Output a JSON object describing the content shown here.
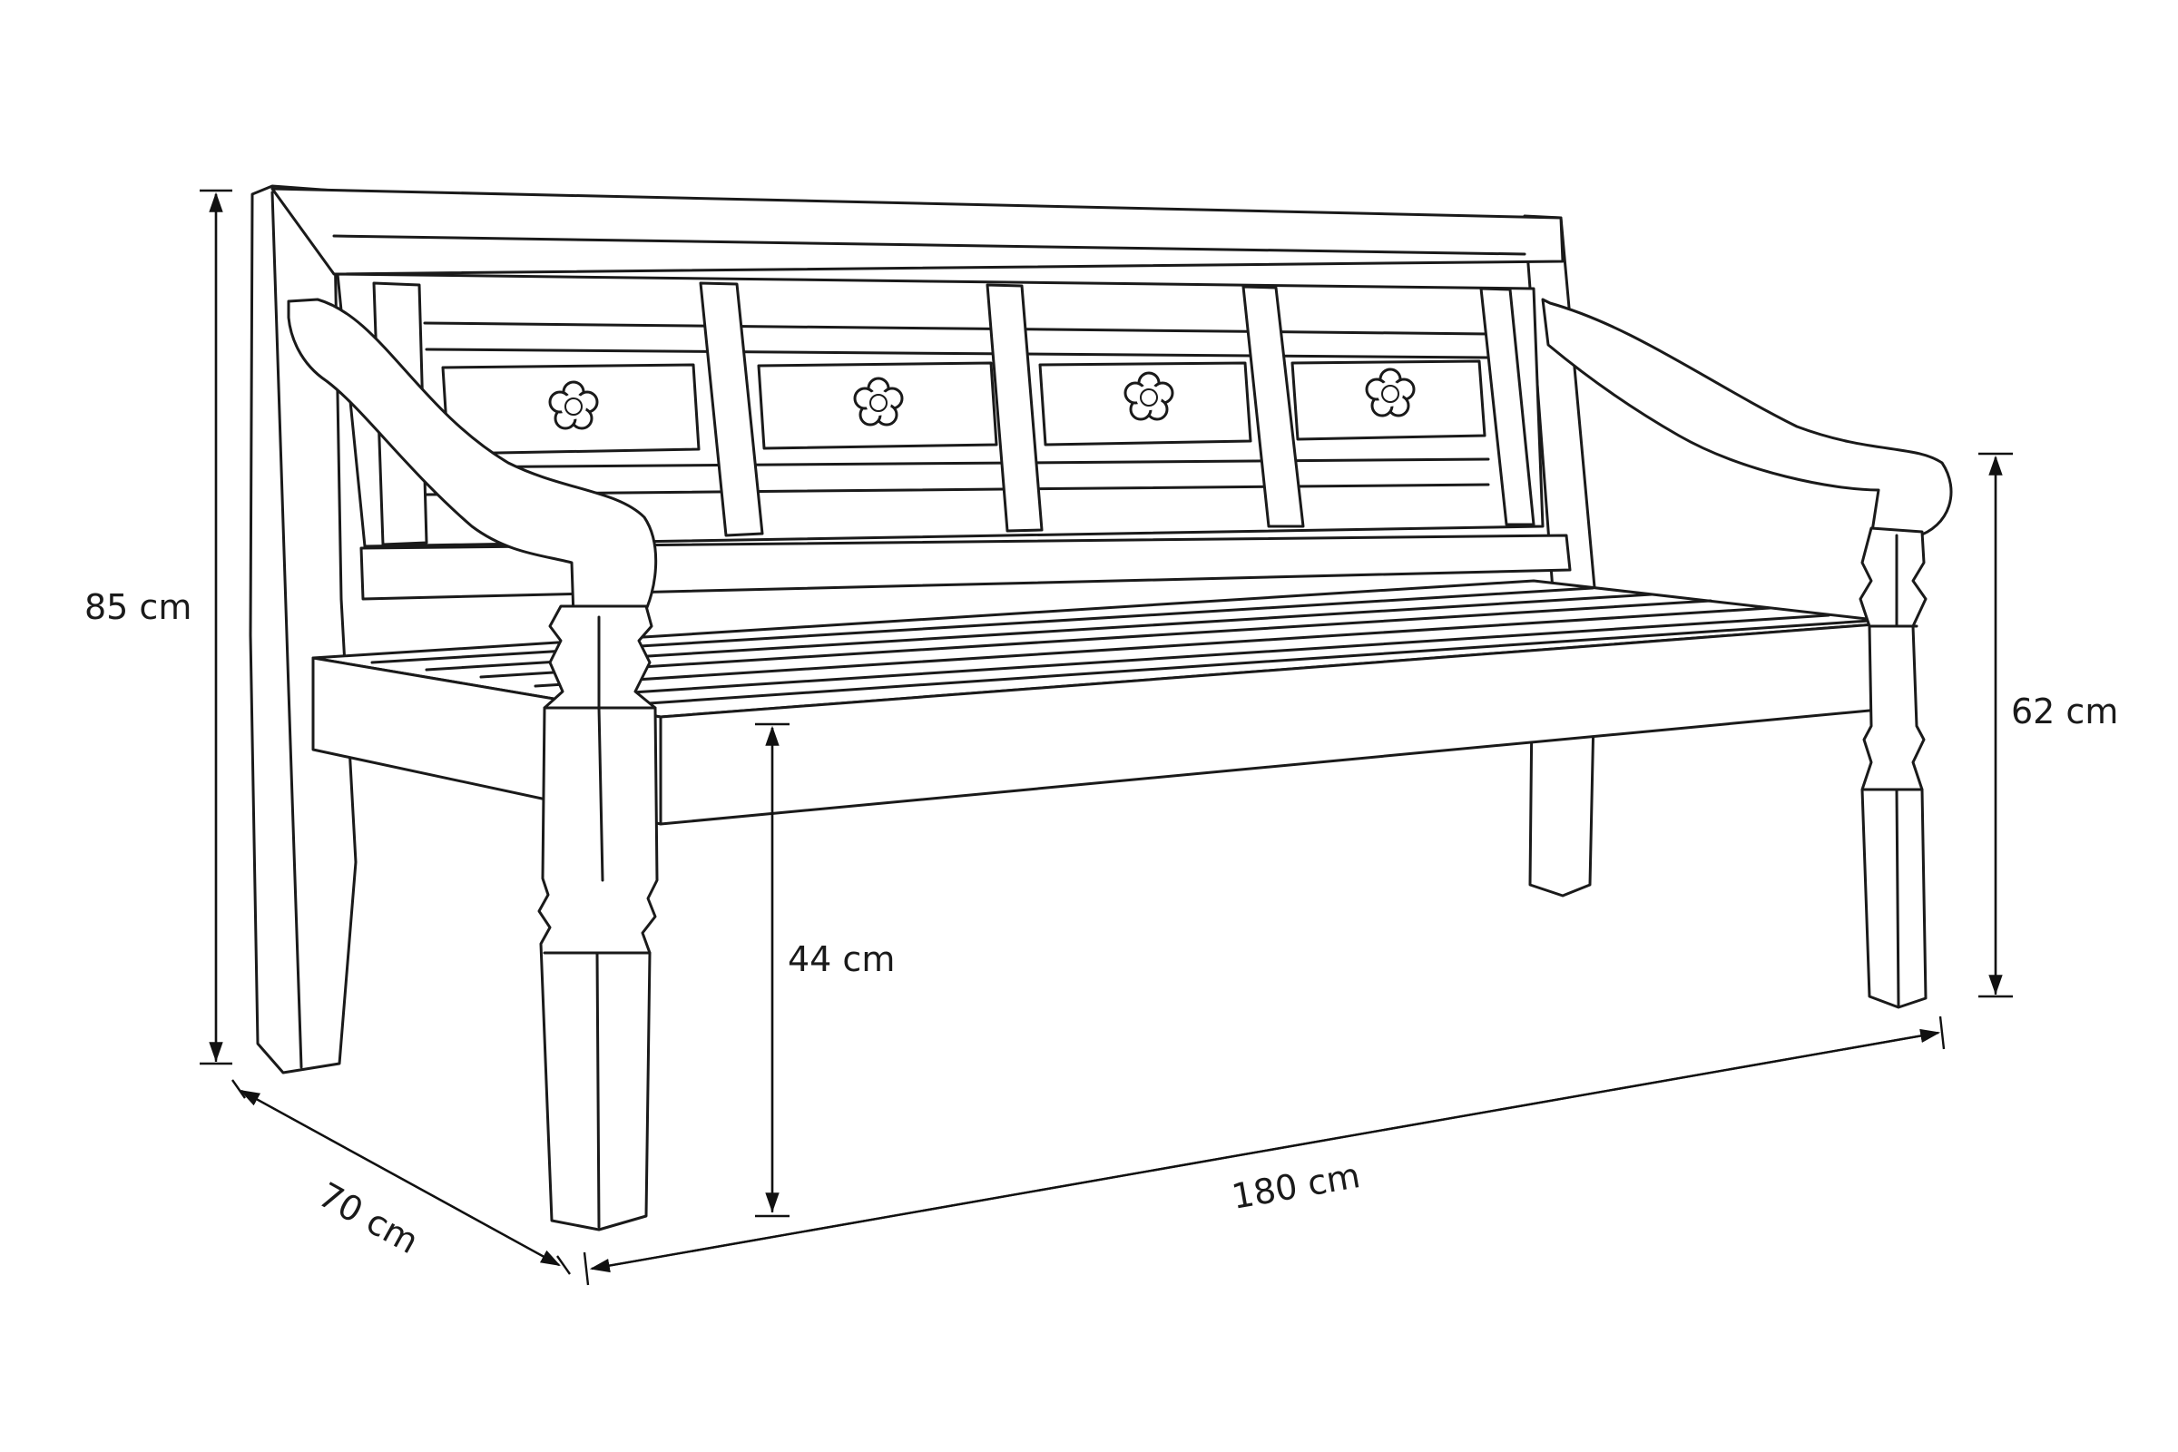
{
  "dimensions": {
    "height": {
      "label": "85 cm"
    },
    "arm_height": {
      "label": "62 cm"
    },
    "seat_height": {
      "label": "44 cm"
    },
    "depth": {
      "label": "70 cm"
    },
    "width": {
      "label": "180 cm"
    }
  },
  "colors": {
    "line": "#1a1a1a",
    "background": "#ffffff"
  },
  "icons": {
    "panel_ornament": "flower-rosette-icon"
  }
}
